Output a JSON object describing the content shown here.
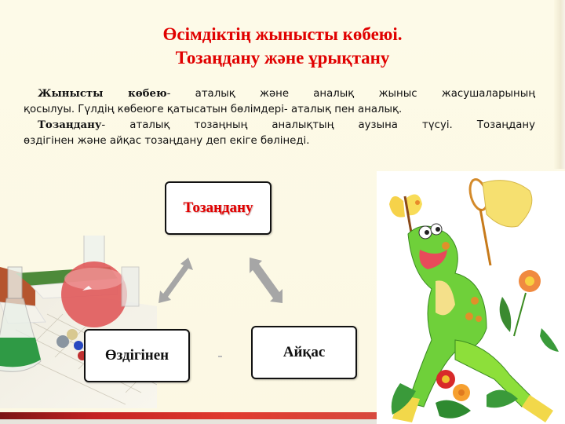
{
  "slide": {
    "title": {
      "line1": "Өсімдіктің жынысты көбеюі.",
      "line2": "Тозаңдану және ұрықтану"
    },
    "paragraphs": [
      {
        "term": "Жынысты көбею",
        "text_line1": "- аталық   және аналық жыныс жасушаларының",
        "text_rest": "қосылуы. Гүлдің көбеюге қатысатын бөлімдері- аталық пен аналық."
      },
      {
        "term": "Тозаңдану",
        "text_line1": "- аталық тозаңның аналықтың аузына түсуі. Тозаңдану",
        "text_rest": "өздігінен және айқас тозаңдану деп екіге бөлінеді."
      }
    ],
    "diagram": {
      "top_node": "Тозаңдану",
      "left_node": "Өздігінен",
      "right_node": "Айқас"
    },
    "colors": {
      "title": "#e00000",
      "background": "#fcf8e3",
      "arrow": "#a6a6a6",
      "footer_bar": "#d9302a"
    },
    "images": {
      "left": "laboratory-glassware-illustration",
      "right": "frog-with-butterfly-net-illustration"
    }
  }
}
